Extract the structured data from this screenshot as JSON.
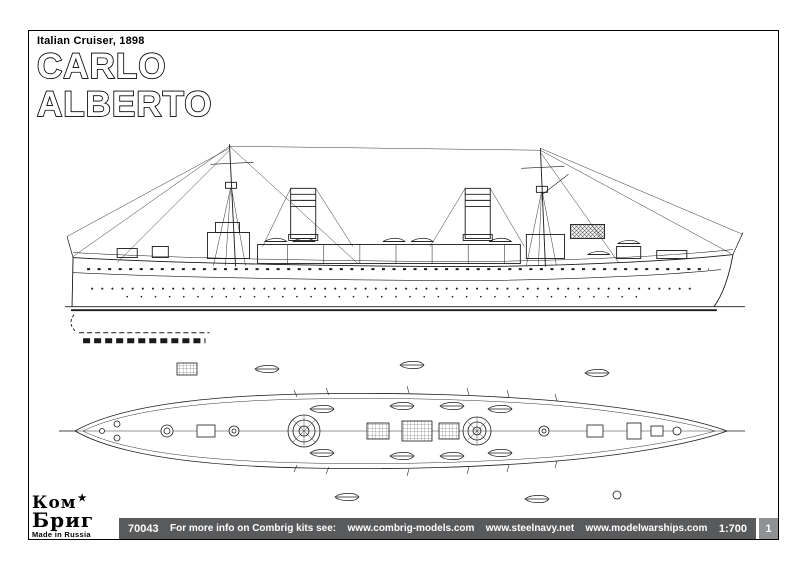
{
  "page": {
    "header": {
      "subtitle": "Italian Cruiser, 1898",
      "title_line1": "CARLO",
      "title_line2": "ALBERTO"
    },
    "footer": {
      "logo": {
        "line1": "Ком",
        "line2": "Бриг",
        "made_in": "Made in Russia"
      },
      "kit_number": "70043",
      "info_text": "For more info on Combrig kits see:",
      "links": [
        "www.combrig-models.com",
        "www.steelnavy.net",
        "www.modelwarships.com"
      ],
      "scale": "1:700",
      "page_number": "1"
    },
    "icons": {
      "star": "★"
    },
    "colors": {
      "footer_bar": "#595a5c",
      "page_tab": "#8f9194",
      "ink": "#1a1a1a",
      "paper": "#ffffff"
    }
  }
}
